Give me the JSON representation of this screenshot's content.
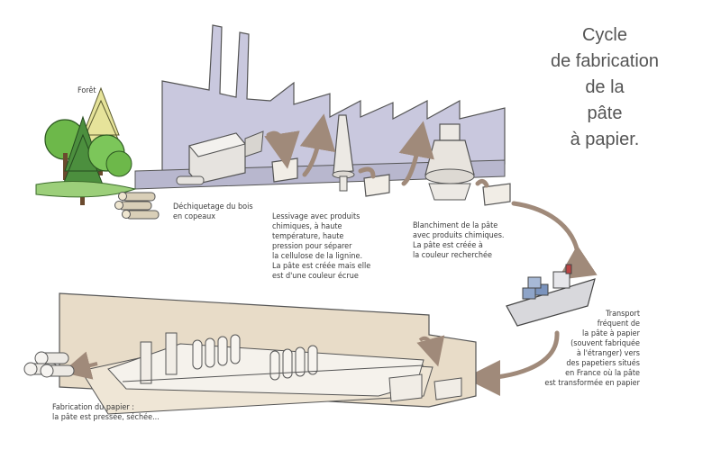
{
  "title": "Cycle\nde fabrication\nde la\npâte\nà papier.",
  "labels": {
    "foret": "Forêt",
    "dechiquetage": "Déchiquetage du bois\nen copeaux",
    "lessivage": "Lessivage avec produits\nchimiques, à haute\ntempérature, haute\npression pour séparer\nla cellulose de la lignine.\nLa pâte est créée mais elle\nest d'une couleur écrue",
    "blanchiment": "Blanchiment de la pâte\navec produits chimiques.\nLa pâte est créée à\nla couleur recherchée",
    "transport": "Transport\nfréquent de\nla pâte à papier\n(souvent fabriquée\nà l'étranger) vers\ndes papetiers situés\nen France où la pâte\nest transformée en papier",
    "fabrication": "Fabrication du papier :\nla pâte est pressée, séchée..."
  },
  "colors": {
    "factory": "#c9c8de",
    "mill": "#e8dcc8",
    "arrow": "#a08a7a",
    "tree": "#5fa63f",
    "text": "#3a3a3a"
  },
  "icons": [
    "tree-icon",
    "log-pile-icon",
    "chipper-machine-icon",
    "digester-tank-icon",
    "bleaching-tower-icon",
    "vat-icon",
    "cargo-ship-icon",
    "paper-machine-icon",
    "paper-roll-icon"
  ]
}
